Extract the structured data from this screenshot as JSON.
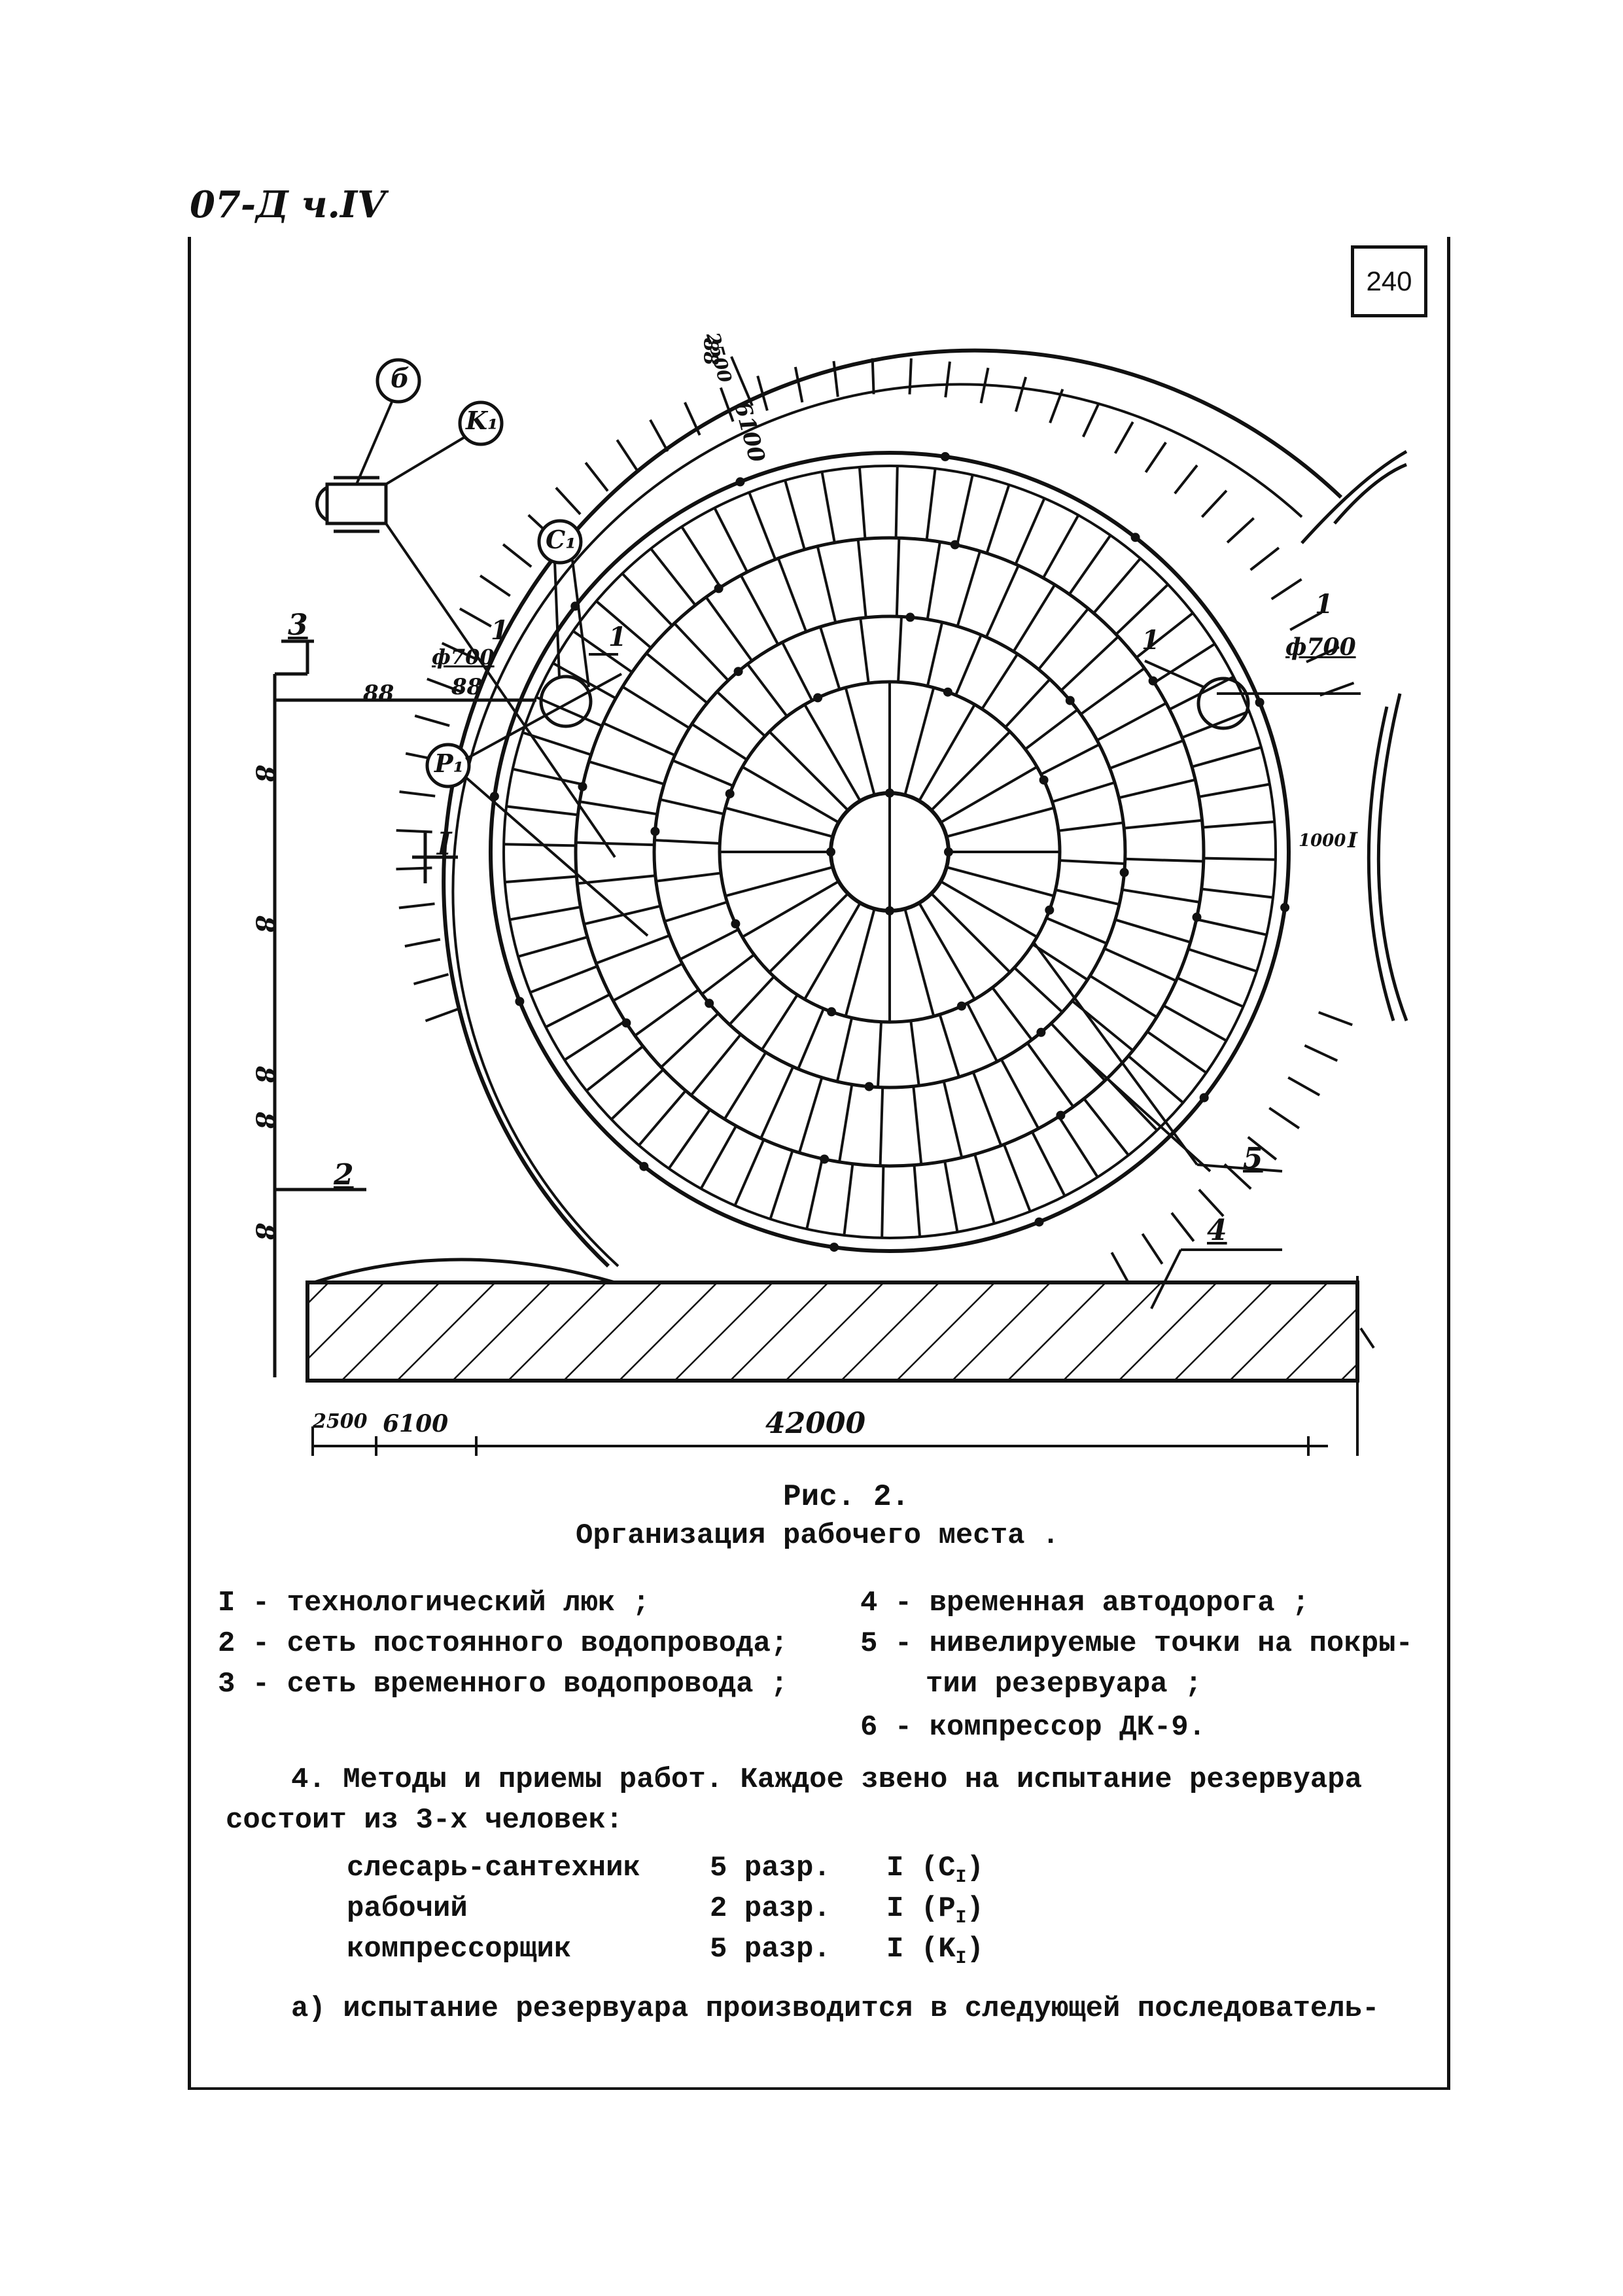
{
  "doc_code": "07-Д ч.IV",
  "page_number": "240",
  "figure": {
    "labels": {
      "b": "б",
      "k1": "K₁",
      "c1": "C₁",
      "p1": "P₁",
      "d700_left": "ф700",
      "d700_right": "ф700",
      "mark_88_a": "88",
      "mark_88_b": "88",
      "mark_88_c": "88",
      "dim_6100_top": "6100",
      "dim_2500_top": "2500",
      "dim_1000": "1000",
      "dim_i_right": "I",
      "section_i": "I",
      "n1_a": "1",
      "n1_b": "1",
      "n1_c": "1",
      "n1_d": "1",
      "n2": "2",
      "n3": "3",
      "n4": "4",
      "n5": "5",
      "v8_a": "8",
      "v8_b": "8",
      "v8_c": "8",
      "v8_d": "8",
      "v8_e": "8",
      "dim_2500_bottom": "2500",
      "dim_6100_bottom": "6100",
      "dim_42000": "42000"
    },
    "caption_title": "Рис. 2.",
    "caption_subtitle": "Организация рабочего места ."
  },
  "legend": {
    "left": [
      "I - технологический люк ;",
      "2 - сеть постоянного водопровода;",
      "3 - сеть временного водопровода ;"
    ],
    "right": [
      "4 - временная автодорога ;",
      "5 - нивелируемые точки на покры-",
      "тии резервуара ;",
      "6 - компрессор ДК-9."
    ]
  },
  "section": {
    "para_line1": "4. Методы и приемы работ. Каждое звено на испытание резервуара",
    "para_line2": "состоит из 3-х человек:",
    "crew": [
      {
        "role": "слесарь-сантехник",
        "grade": "5 разр.",
        "count": "I",
        "code": "C",
        "sub": "I"
      },
      {
        "role": "рабочий",
        "grade": "2 разр.",
        "count": "I",
        "code": "P",
        "sub": "I"
      },
      {
        "role": "компрессорщик",
        "grade": "5 разр.",
        "count": "I",
        "code": "K",
        "sub": "I"
      }
    ],
    "item_a": "а) испытание резервуара производится в следующей последователь-"
  }
}
